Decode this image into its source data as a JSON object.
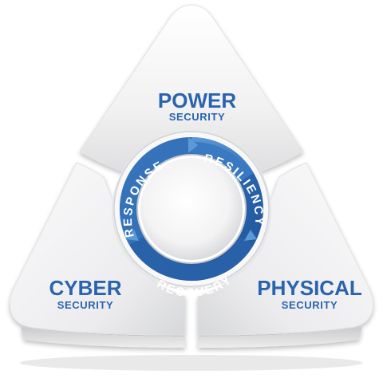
{
  "segments": [
    {
      "id": "power",
      "title": "POWER",
      "subtitle": "SECURITY"
    },
    {
      "id": "cyber",
      "title": "CYBER",
      "subtitle": "SECURITY"
    },
    {
      "id": "physical",
      "title": "PHYSICAL",
      "subtitle": "SECURITY"
    }
  ],
  "ring": {
    "labels": [
      "RESPONSE",
      "RESILIENCY",
      "RECOVERY"
    ]
  },
  "colors": {
    "text_blue": "#2a63ae",
    "ring_blue": "#2f6db5",
    "ring_light": "#5b9ad6",
    "panel_light": "#f7f7f8",
    "panel_shade": "#d9dadc"
  }
}
